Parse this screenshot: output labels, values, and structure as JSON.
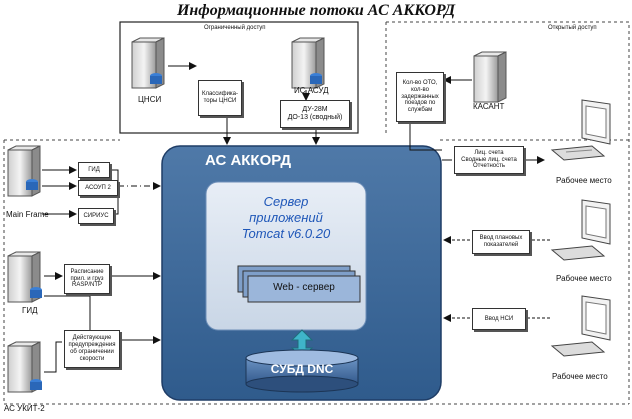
{
  "title": "Информационные потоки АС АККОРД",
  "zones": {
    "top": "Ограниченный доступ",
    "right": "Открытый доступ"
  },
  "main": {
    "title": "АС АККОРД",
    "server_line1": "Сервер",
    "server_line2": "приложений",
    "server_line3": "Tomcat v6.0.20",
    "web_server": "Web - сервер",
    "dbms": "СУБД DNC"
  },
  "systems": {
    "top_left": "ЦНСИ",
    "top_mid": "ИС АСУД",
    "top_right": "КАСАНТ",
    "left_1": "Main Frame",
    "left_2": "ГИД",
    "left_3": "АС УКИТ-2"
  },
  "flows": {
    "classifiers": "Классифика-торы ЦНСИ",
    "du": "ДУ-28М\nДО-13 (сводный)",
    "kasant": "Кол-во ОТО, кол-во задержанных поездов по службам",
    "gid_label": "ГИД",
    "asoup": "АСОУП 2",
    "sirius": "СИРИУС",
    "schedule": "Расписание прил. и груз RASP/NTP",
    "warnings": "Действующие предупреждения об ограничении скорости",
    "reports": "Лиц. счета\nСводные лиц. счета\nОтчетность",
    "plan": "Ввод плановых показателей",
    "nsi": "Ввод НСИ"
  },
  "workstations": {
    "ws1": "Рабочее место",
    "ws2": "Рабочее место",
    "ws3": "Рабочее место"
  }
}
